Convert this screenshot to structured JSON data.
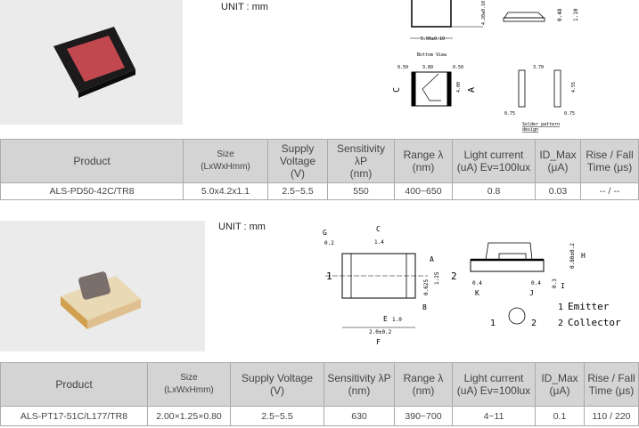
{
  "unit_label": "UNIT : mm",
  "headers1": {
    "product": "Product",
    "size": "Size",
    "size_sub": "(LxWxHmm)",
    "supply": "Supply Voltage",
    "supply_sub": "(V)",
    "sens": "Sensitivity λP",
    "nm": "(nm)",
    "range": "Range λ",
    "light": "Light current",
    "light_sub": "(uA) Ev=100lux",
    "id": "ID_Max",
    "id_sub": "(μA)",
    "rise": "Rise / Fall",
    "rise_sub": "Time (μs)"
  },
  "product1": {
    "name": "ALS-PD50-42C/TR8",
    "size": "5.0x4.2x1.1",
    "supply": "2.5~5.5",
    "sens": "550",
    "range": "400~650",
    "light": "0.8",
    "id": "0.03",
    "rise": "-- / --"
  },
  "product2": {
    "name": "ALS-PT17-51C/L177/TR8",
    "size": "2.00×1.25×0.80",
    "supply": "2.5~5.5",
    "sens": "630",
    "range": "390~700",
    "light": "4~11",
    "id": "0.1",
    "rise": "110 / 220"
  },
  "diagram1": {
    "width": "5.00±0.10",
    "height": "4.20±0.10",
    "d048": "0.48",
    "d110": "1.10",
    "bottom_view": "Bottom View",
    "d050": "0.50",
    "d380": "3.80",
    "d400": "4.00",
    "c": "C",
    "a": "A",
    "d370": "3.70",
    "d455": "4.55",
    "d075": "0.75",
    "solder": "Solder pattern",
    "design": "design"
  },
  "diagram2": {
    "g": "G",
    "c": "C",
    "d02": "0.2",
    "d14": "1.4",
    "a": "A",
    "d125": "1.25",
    "d0625": "0.625",
    "b": "B",
    "e": "E",
    "d10": "1.0",
    "d20": "2.0±0.2",
    "f": "F",
    "one": "1",
    "two": "2",
    "h": "H",
    "d080": "0.80±0.2",
    "d04": "0.4",
    "d03": "0.3",
    "k": "K",
    "j": "J",
    "i": "I",
    "emitter": "Emitter",
    "collector": "Collector"
  }
}
